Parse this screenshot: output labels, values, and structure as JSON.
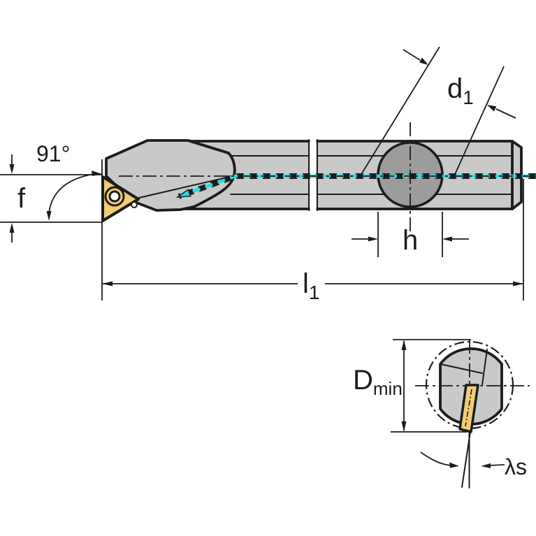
{
  "labels": {
    "approach_angle": "91°",
    "f": "f",
    "d1": {
      "base": "d",
      "sub": "1"
    },
    "h": "h",
    "l1": {
      "base": "l",
      "sub": "1"
    },
    "dmin": {
      "base": "D",
      "sub": "min"
    },
    "lambda_s": "λs"
  },
  "colors": {
    "background": "#ffffff",
    "body": "#c9c9c9",
    "dark": "#9c9c9c",
    "insert": "#f2cc74",
    "coolant": "#1fdde2",
    "line": "#1c1c1c"
  }
}
